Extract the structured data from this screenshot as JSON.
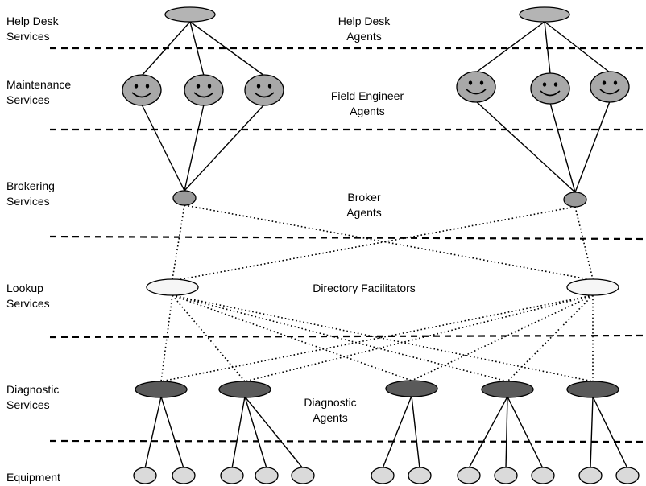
{
  "layers": [
    {
      "id": "helpdesk",
      "left_label": "Help Desk\nServices",
      "center_label": "Help Desk\nAgents"
    },
    {
      "id": "maintenance",
      "left_label": "Maintenance\nServices",
      "center_label": "Field Engineer\nAgents"
    },
    {
      "id": "brokering",
      "left_label": "Brokering\nServices",
      "center_label": "Broker\nAgents"
    },
    {
      "id": "lookup",
      "left_label": "Lookup\nServices",
      "center_label": "Directory Facilitators"
    },
    {
      "id": "diagnostic",
      "left_label": "Diagnostic\nServices",
      "center_label": "Diagnostic\nAgents"
    },
    {
      "id": "equipment",
      "left_label": "Equipment",
      "center_label": ""
    }
  ],
  "node_colors": {
    "helpdesk": "#b4b4b4",
    "field_engineer": "#a8a8a8",
    "broker": "#9a9a9a",
    "directory": "#f6f6f6",
    "diagnostic": "#5a5a5a",
    "equipment": "#dadada"
  }
}
